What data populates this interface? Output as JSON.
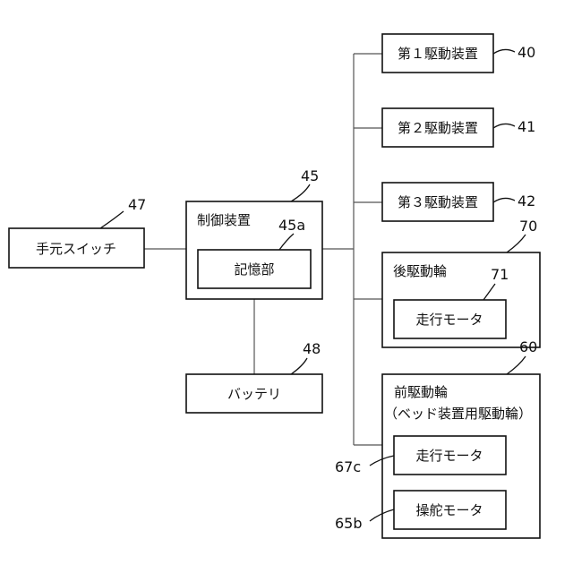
{
  "boxes": {
    "hand_switch": {
      "label": "手元スイッチ",
      "ref": "47"
    },
    "controller": {
      "label": "制御装置",
      "ref": "45"
    },
    "memory": {
      "label": "記憶部",
      "ref": "45a"
    },
    "battery": {
      "label": "バッテリ",
      "ref": "48"
    },
    "drive1": {
      "label": "第１駆動装置",
      "ref": "40"
    },
    "drive2": {
      "label": "第２駆動装置",
      "ref": "41"
    },
    "drive3": {
      "label": "第３駆動装置",
      "ref": "42"
    },
    "rear_wheel": {
      "label": "後駆動輪",
      "ref": "70"
    },
    "rear_motor": {
      "label": "走行モータ",
      "ref": "71"
    },
    "front_wheel": {
      "label": "前駆動輪",
      "sublabel": "（ベッド装置用駆動輪）",
      "ref": "60"
    },
    "front_travel_motor": {
      "label": "走行モータ",
      "ref": "67c"
    },
    "front_steer_motor": {
      "label": "操舵モータ",
      "ref": "65b"
    }
  }
}
